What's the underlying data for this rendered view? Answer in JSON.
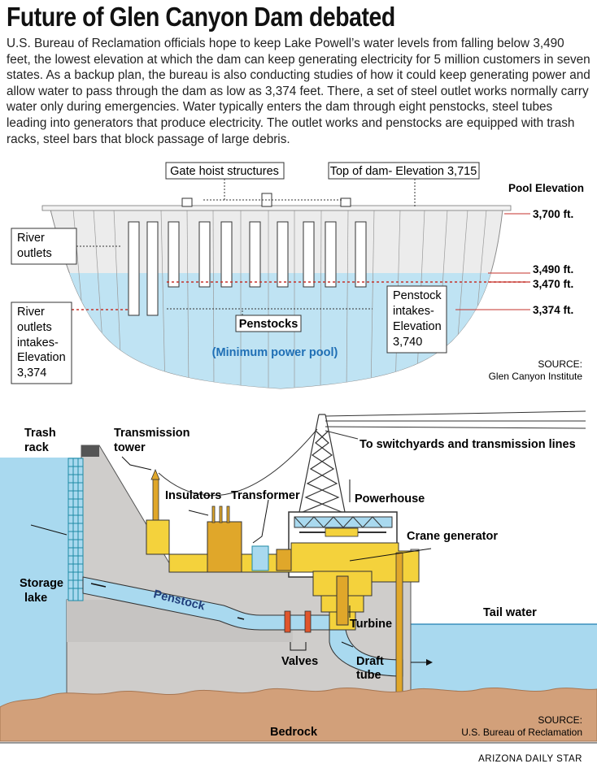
{
  "header": {
    "title": "Future of Glen Canyon Dam debated",
    "intro": "U.S. Bureau of Reclamation officials hope to keep Lake Powell’s water levels from falling below 3,490 feet, the lowest elevation at which the dam can keep generating electricity for 5 million customers in seven states. As a backup plan, the bureau is also conducting studies of how it could keep generating power and allow water to pass through the dam as low as 3,374 feet. There, a set of steel outlet works normally carry water only during emergencies. Water typically enters the dam through eight penstocks, steel tubes leading into generators that produce electricity. The outlet works and penstocks are equipped with trash racks, steel bars that block passage of large debris."
  },
  "dam_diagram": {
    "gate_hoist": "Gate hoist structures",
    "top_of_dam": "Top of dam- Elevation 3,715",
    "pool_elevation_title": "Pool Elevation",
    "levels": [
      "3,700 ft.",
      "3,490 ft.",
      "3,470 ft.",
      "3,374 ft."
    ],
    "river_outlets": [
      "River",
      "outlets"
    ],
    "river_outlets_intakes": [
      "River",
      "outlets",
      "intakes-",
      "Elevation",
      "3,374"
    ],
    "penstock_intakes": [
      "Penstock",
      "intakes-",
      "Elevation",
      "3,740"
    ],
    "penstocks": "Penstocks",
    "min_power_pool": "(Minimum power pool)",
    "source_label": "SOURCE:",
    "source": "Glen Canyon Institute",
    "colors": {
      "water": "#bfe3f3",
      "dam": "#e9e9e9",
      "red": "#c5322b",
      "blue_text": "#1f6fb5"
    }
  },
  "powerhouse_diagram": {
    "trash_rack": [
      "Trash",
      "rack"
    ],
    "transmission_tower": [
      "Transmission",
      "tower"
    ],
    "to_switchyards": "To switchyards and transmission lines",
    "insulators": "Insulators",
    "transformer": "Transformer",
    "powerhouse": "Powerhouse",
    "crane_generator": "Crane generator",
    "storage_lake": [
      "Storage",
      "lake"
    ],
    "penstock": "Penstock",
    "tail_water": "Tail water",
    "turbine": "Turbine",
    "valves": "Valves",
    "draft_tube": [
      "Draft",
      "tube"
    ],
    "bedrock": "Bedrock",
    "source_label": "SOURCE:",
    "source": "U.S. Bureau of Reclamation",
    "credit": "ARIZONA DAILY STAR",
    "colors": {
      "water": "#a9d9ef",
      "concrete": "#cfcdcb",
      "yellow": "#f4d23c",
      "dark_yellow": "#e0a72a",
      "rock": "#d2a07a",
      "grid": "#1e8aa6"
    }
  }
}
